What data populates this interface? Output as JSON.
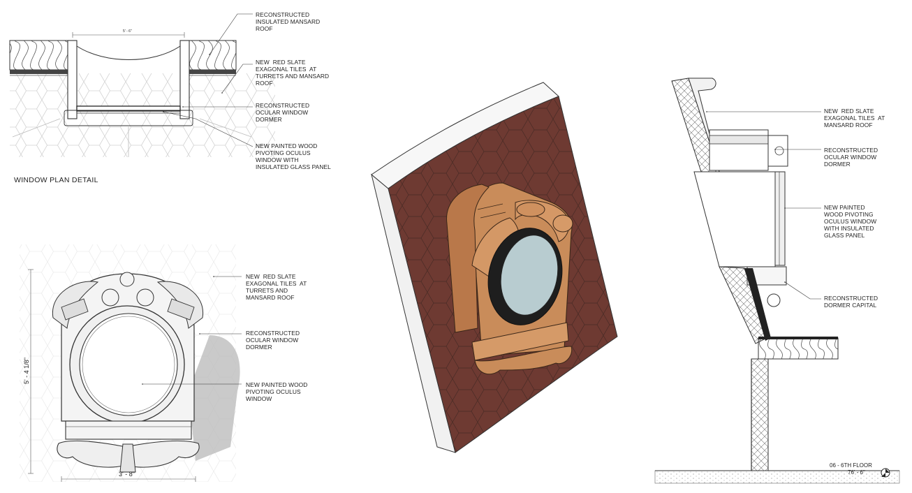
{
  "plan_detail": {
    "title": "WINDOW PLAN DETAIL",
    "notes": [
      "RECONSTRUCTED\nINSULATED MANSARD\nROOF",
      "NEW  RED SLATE\nEXAGONAL TILES  AT\nTURRETS AND MANSARD\nROOF",
      "RECONSTRUCTED\nOCULAR WINDOW\nDORMER",
      "NEW PAINTED WOOD\nPIVOTING OCULUS\nWINDOW WITH\nINSULATED GLASS PANEL"
    ],
    "top_dimension": "5' - 6\""
  },
  "elevation_detail": {
    "notes": [
      "NEW  RED SLATE\nEXAGONAL TILES  AT\nTURRETS AND\nMANSARD ROOF",
      "RECONSTRUCTED\nOCULAR WINDOW\nDORMER",
      "NEW PAINTED WOOD\nPIVOTING OCULUS\nWINDOW"
    ],
    "height_dimension": "5' - 4 1/8\"",
    "width_dimension": "3' - 8\""
  },
  "section_detail": {
    "notes": [
      "NEW  RED SLATE\nEXAGONAL TILES  AT\nMANSARD ROOF",
      "RECONSTRUCTED\nOCULAR WINDOW\nDORMER",
      "NEW PAINTED\nWOOD PIVOTING\nOCULUS WINDOW\nWITH INSULATED\nGLASS PANEL",
      "RECONSTRUCTED\nDORMER CAPITAL"
    ],
    "level_name": "06 - 6TH FLOOR",
    "level_elevation": "76' - 6\""
  },
  "colors": {
    "slate": "#6e3a32",
    "stone": "#c98c5a",
    "glass": "#b8ccd0"
  }
}
